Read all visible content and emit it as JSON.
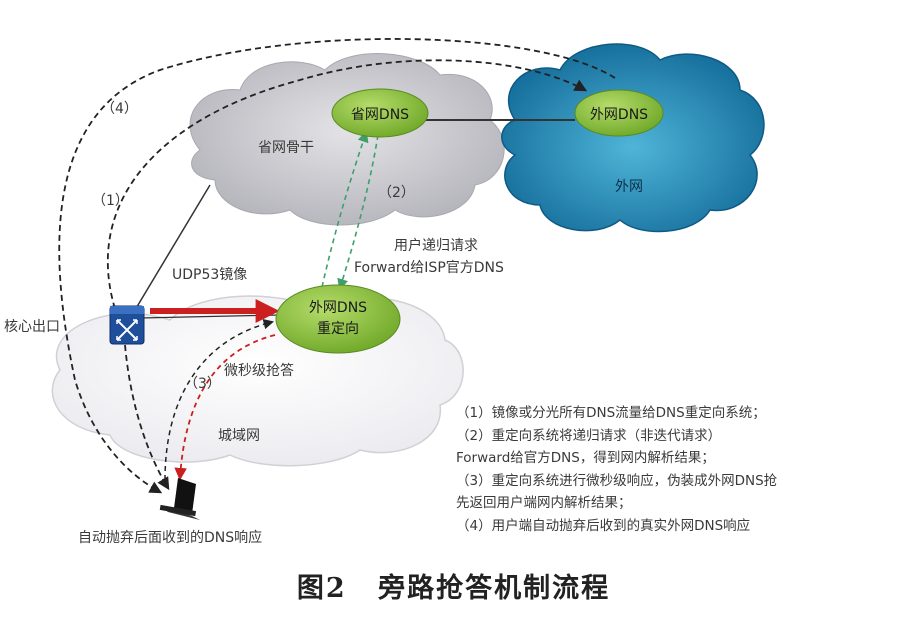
{
  "nodes": {
    "provincial_backbone": "省网骨干",
    "provincial_dns": "省网DNS",
    "external_dns": "外网DNS",
    "external_net": "外网",
    "redirect_line1": "外网DNS",
    "redirect_line2": "重定向",
    "metro_net": "城域网",
    "core_exit": "核心出口"
  },
  "labels": {
    "step1": "（1）",
    "step2": "（2）",
    "step3": "（3）",
    "step4": "（4）",
    "udp_mirror": "UDP53镜像",
    "recursive_line1": "用户递归请求",
    "recursive_line2": "Forward给ISP官方DNS",
    "microsecond": "微秒级抢答",
    "discard": "自动抛弃后面收到的DNS响应"
  },
  "legend": [
    "（1）镜像或分光所有DNS流量给DNS重定向系统；",
    "（2）重定向系统将递归请求（非迭代请求）",
    "Forward给官方DNS，得到网内解析结果；",
    "（3）重定向系统进行微秒级响应，伪装成外网DNS抢",
    "先返回用户端网内解析结果；",
    "（4）用户端自动抛弃后收到的真实外网DNS响应"
  ],
  "caption": {
    "figure": "图2",
    "title": "旁路抢答机制流程"
  },
  "colors": {
    "cloud_gray": "#c9c9ce",
    "cloud_blue": "#1f7fae",
    "node_green": "#8fc23e",
    "arrow_red": "#cc1f1f",
    "arrow_green": "#3f9f6a",
    "arrow_dark": "#222222"
  }
}
